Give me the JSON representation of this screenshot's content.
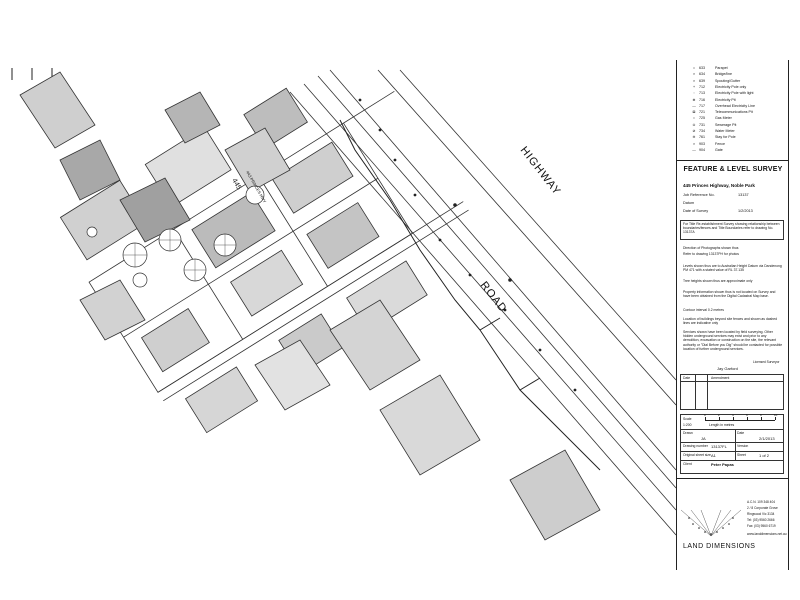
{
  "drawing": {
    "road_labels": [
      "HIGHWAY",
      "ROAD"
    ],
    "lot_labels": [
      "445",
      "443 PRINCES HWY"
    ]
  },
  "legend": [
    {
      "sym": "•",
      "code": "633",
      "label": "Parapet"
    },
    {
      "sym": "×",
      "code": "634",
      "label": "Bridge/line"
    },
    {
      "sym": "×",
      "code": "639",
      "label": "Spouting/Gutter"
    },
    {
      "sym": "+",
      "code": "712",
      "label": "Electricity Pole only"
    },
    {
      "sym": "◦",
      "code": "713",
      "label": "Electricity Pole with light"
    },
    {
      "sym": "⊕",
      "code": "716",
      "label": "Electricity Pit"
    },
    {
      "sym": "—",
      "code": "717",
      "label": "Overhead Electricity Line"
    },
    {
      "sym": "⊠",
      "code": "721",
      "label": "Telecommunications Pit"
    },
    {
      "sym": "○",
      "code": "725",
      "label": "Gas Meter"
    },
    {
      "sym": "⊙",
      "code": "731",
      "label": "Sewerage Pit"
    },
    {
      "sym": "⊘",
      "code": "734",
      "label": "Water Meter"
    },
    {
      "sym": "⊖",
      "code": "761",
      "label": "Stay for Pole"
    },
    {
      "sym": "×",
      "code": "903",
      "label": "Fence"
    },
    {
      "sym": "—",
      "code": "904",
      "label": "Gate"
    }
  ],
  "title_block": {
    "title": "FEATURE & LEVEL SURVEY",
    "address": "445 Princes Highway, Noble Park",
    "job_reference_label": "Job Reference No.",
    "job_reference": "13137",
    "datum_label": "Datum",
    "date_label": "Date of Survey",
    "date": "1/2/2013",
    "title_note": "For Title Re-establishment Survey showing relationship between boundaries/fences and Title Boundaries refer to drawing No. 13137A",
    "photo_note": "Direction of Photographs shown thus",
    "photo_ref": "Refer to drawing 13137PH for photos",
    "levels_note": "Levels shown thus are to Australian Height Datum via Dandenong PM 471 with a stated value of RL 37.135",
    "tree_note": "Tree heights shown thus are approximate only",
    "property_note": "Property information shown thus is not located on Survey and have been obtained from the Digital Cadastral Map base.",
    "contour_note": "Contour interval 0.2 metres",
    "building_note": "Location of buildings beyond site fences and shown as dashed lines are indicative only",
    "services_note": "Services shown have been located by field surveying. Other hidden underground services may exist and prior to any demolition, excavation or construction on the site, the relevant authority or \"Dial Before you Dig\" should be contacted for possible location of further underground services.",
    "surveyor_name": "Jay Garford",
    "surveyor_role": "Licensed Surveyor",
    "date_col": "Date",
    "amendment_col": "Amendment",
    "scale_label": "Scale",
    "scale_value": "1:200",
    "scale_unit": "Length in metres",
    "scale_ticks": [
      "0",
      "2",
      "4",
      "6",
      "8",
      "10"
    ],
    "drawn_label": "Drawn",
    "drawn_value": "JA",
    "checked_label": "Date",
    "checked_value": "2/1/2013",
    "drawing_no_label": "Drawing number",
    "drawing_no": "13137FL",
    "version_label": "Version",
    "sheet_size_label": "Original sheet size",
    "sheet_size": "A1",
    "sheet_label": "Sheet",
    "sheet": "1 of 2",
    "client_label": "Client",
    "client": "Peter Papas"
  },
  "company": {
    "name": "LAND DIMENSIONS",
    "acn": "A.C.N. 109 348 404",
    "addr1": "2 / 8 Corporate Grove",
    "addr2": "Ringwood Vic 3134",
    "phone": "Tel: (03) 9560 2666",
    "fax": "Fax: (03) 9560 6719",
    "web": "www.landdimensions.net.au"
  }
}
